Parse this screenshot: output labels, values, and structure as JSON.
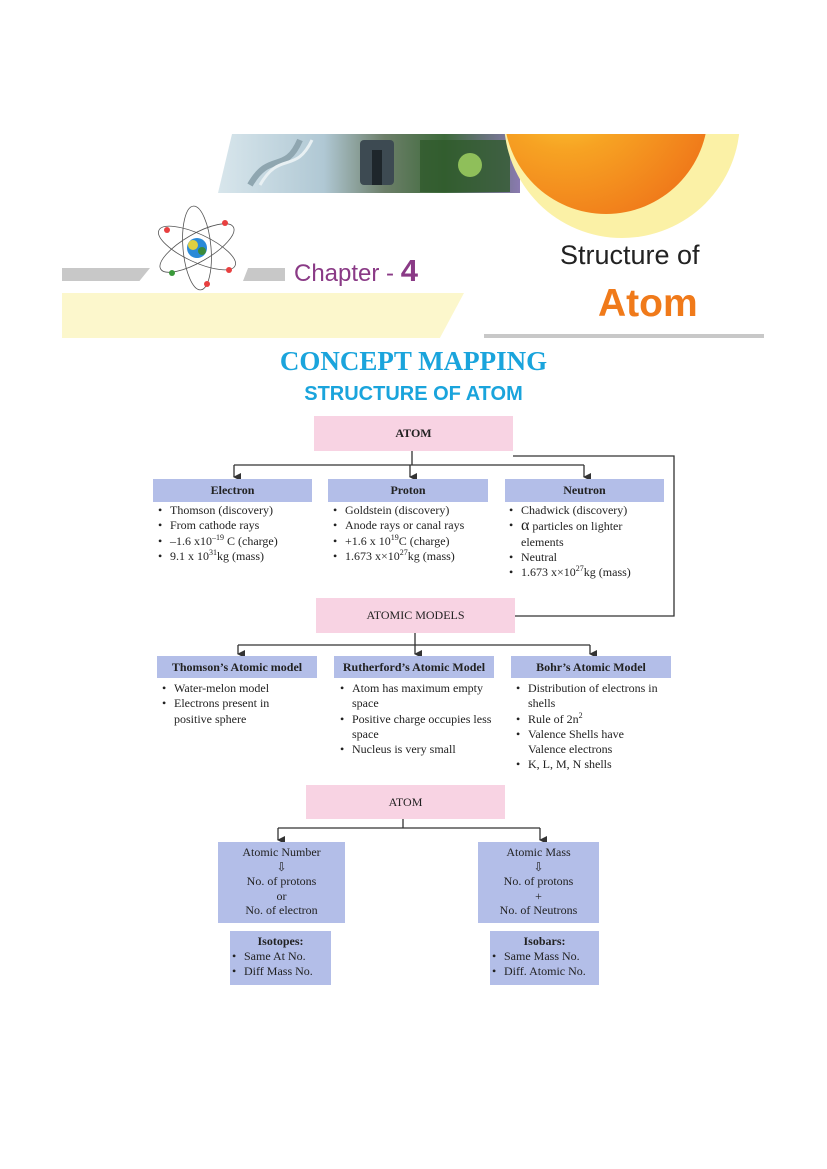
{
  "header": {
    "chapter_word": "Chapter - ",
    "chapter_number": "4",
    "title_line1": "Structure of",
    "title_line2": "Atom",
    "colors": {
      "chapter": "#8a3a86",
      "title_accent": "#f07a1a",
      "concept": "#1aa4dc"
    }
  },
  "concept": {
    "title": "CONCEPT MAPPING",
    "subtitle": "STRUCTURE OF ATOM"
  },
  "section1": {
    "root": "ATOM",
    "particles": [
      {
        "label": "Electron",
        "points": [
          "Thomson (discovery)",
          "From cathode rays",
          "–1.6 x10",
          "–19",
          " C (charge)",
          "9.1 x 10",
          "31",
          "kg (mass)"
        ]
      },
      {
        "label": "Proton",
        "points": [
          "Goldstein  (discovery)",
          "Anode rays or canal rays",
          "+1.6 x 10",
          "19",
          "C (charge)",
          "1.673 x×10",
          "27",
          "kg (mass)"
        ]
      },
      {
        "label": "Neutron",
        "points": [
          "Chadwick (discovery)",
          "α",
          " particles on lighter elements",
          "Neutral",
          "1.673 x×10",
          "27",
          "kg (mass)"
        ]
      }
    ]
  },
  "section2": {
    "root": "ATOMIC MODELS",
    "models": [
      {
        "label": "Thomson’s Atomic model",
        "points": [
          "Water-melon model",
          "Electrons present in positive sphere"
        ]
      },
      {
        "label": "Rutherford’s Atomic Model",
        "points": [
          "Atom has maximum empty space",
          "Positive charge occupies less space",
          "Nucleus is very small"
        ]
      },
      {
        "label": "Bohr’s Atomic Model",
        "points": [
          "Distribution of electrons in shells",
          "Rule of 2n",
          "2",
          "Valence Shells have Valence electrons",
          "K, L, M, N shells"
        ]
      }
    ]
  },
  "section3": {
    "root": "ATOM",
    "left": {
      "line1": "Atomic Number",
      "arrow": "⇩",
      "line2": "No. of protons",
      "join": "or",
      "line3": "No. of electron"
    },
    "right": {
      "line1": "Atomic Mass",
      "arrow": "⇩",
      "line2": "No. of protons",
      "join": "+",
      "line3": "No. of Neutrons"
    },
    "isotopes": {
      "title": "Isotopes:",
      "points": [
        "Same At No.",
        "Diff Mass No."
      ]
    },
    "isobars": {
      "title": "Isobars:",
      "points": [
        "Same Mass No.",
        "Diff. Atomic No."
      ]
    }
  }
}
